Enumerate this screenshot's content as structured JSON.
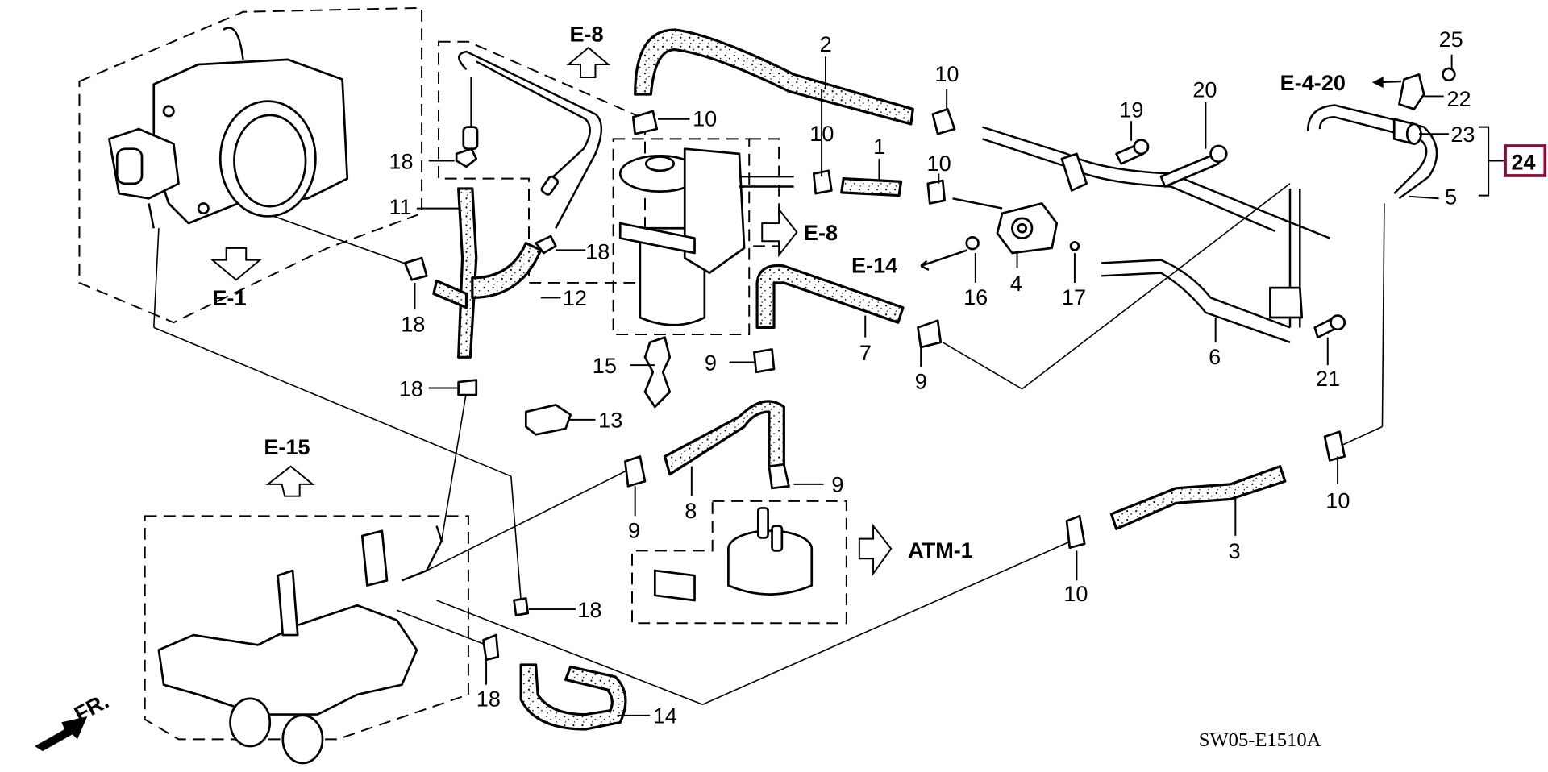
{
  "diagram": {
    "title": "Water hose / coolant piping exploded parts diagram",
    "drawing_code": "SW05-E1510A",
    "front_indicator": "FR.",
    "highlight_color": "#8b0a3a",
    "highlighted_part": "24",
    "section_refs": [
      {
        "id": "ref-e1",
        "label": "E-1",
        "direction": "down"
      },
      {
        "id": "ref-e8-top",
        "label": "E-8",
        "direction": "up"
      },
      {
        "id": "ref-e8-mid",
        "label": "E-8",
        "direction": "right"
      },
      {
        "id": "ref-e14",
        "label": "E-14",
        "direction": "left"
      },
      {
        "id": "ref-e15",
        "label": "E-15",
        "direction": "up"
      },
      {
        "id": "ref-atm1",
        "label": "ATM-1",
        "direction": "right"
      },
      {
        "id": "ref-e420",
        "label": "E-4-20",
        "direction": "left"
      }
    ],
    "callouts": [
      {
        "n": "1"
      },
      {
        "n": "2"
      },
      {
        "n": "3"
      },
      {
        "n": "4"
      },
      {
        "n": "5"
      },
      {
        "n": "6"
      },
      {
        "n": "7"
      },
      {
        "n": "8"
      },
      {
        "n": "9"
      },
      {
        "n": "9"
      },
      {
        "n": "9"
      },
      {
        "n": "9"
      },
      {
        "n": "10"
      },
      {
        "n": "10"
      },
      {
        "n": "10"
      },
      {
        "n": "10"
      },
      {
        "n": "10"
      },
      {
        "n": "10"
      },
      {
        "n": "11"
      },
      {
        "n": "12"
      },
      {
        "n": "13"
      },
      {
        "n": "14"
      },
      {
        "n": "15"
      },
      {
        "n": "16"
      },
      {
        "n": "17"
      },
      {
        "n": "18"
      },
      {
        "n": "18"
      },
      {
        "n": "18"
      },
      {
        "n": "18"
      },
      {
        "n": "18"
      },
      {
        "n": "18"
      },
      {
        "n": "19"
      },
      {
        "n": "20"
      },
      {
        "n": "21"
      },
      {
        "n": "22"
      },
      {
        "n": "23"
      },
      {
        "n": "24"
      },
      {
        "n": "25"
      }
    ]
  }
}
